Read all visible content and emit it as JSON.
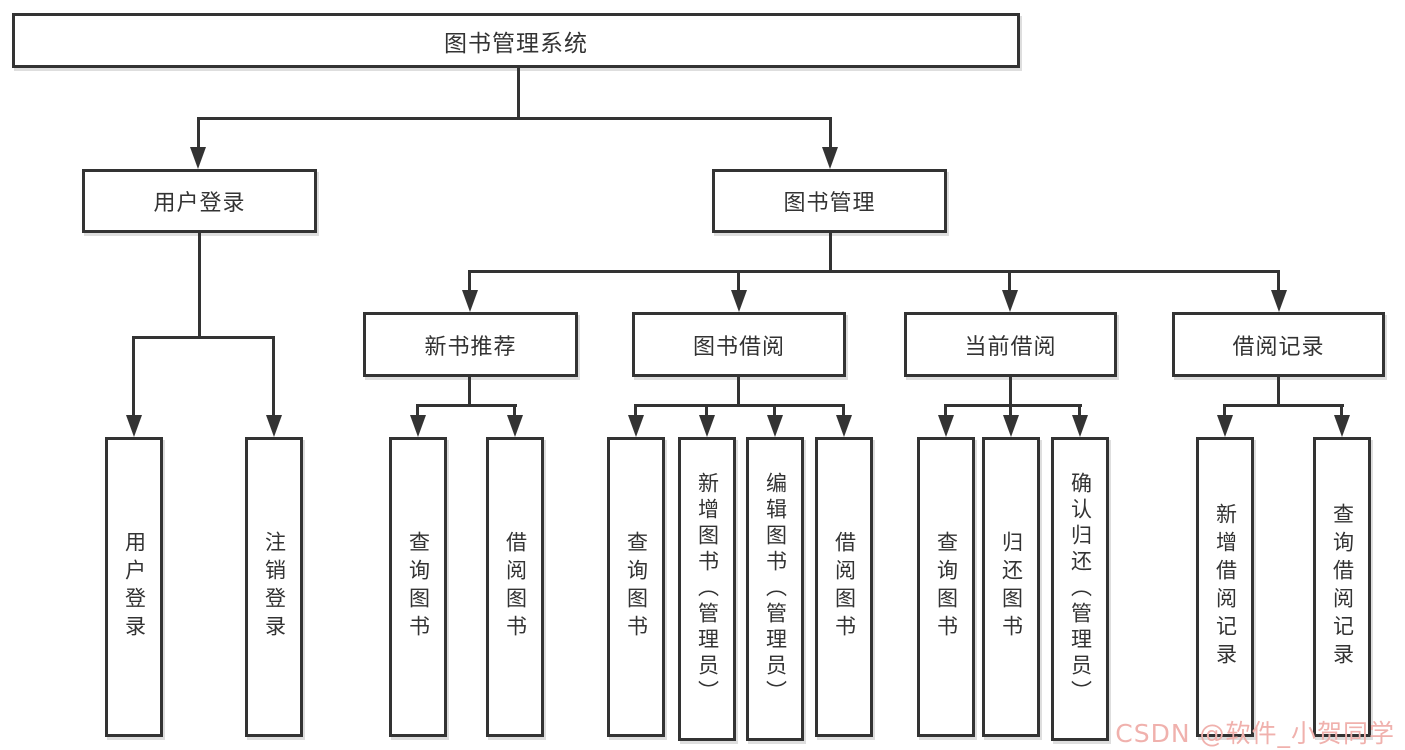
{
  "colors": {
    "background": "#ffffff",
    "line": "#333333",
    "text": "#333333",
    "watermark": "#f0b1ad"
  },
  "tree": {
    "root": "图书管理系统",
    "login": {
      "label": "用户登录",
      "children": [
        "用户登录",
        "注销登录"
      ]
    },
    "mgmt": {
      "label": "图书管理",
      "groups": [
        {
          "label": "新书推荐",
          "children": [
            "查询图书",
            "借阅图书"
          ]
        },
        {
          "label": "图书借阅",
          "children": [
            "查询图书",
            "新增图书（管理员）",
            "编辑图书（管理员）",
            "借阅图书"
          ]
        },
        {
          "label": "当前借阅",
          "children": [
            "查询图书",
            "归还图书",
            "确认归还（管理员）"
          ]
        },
        {
          "label": "借阅记录",
          "children": [
            "新增借阅记录",
            "查询借阅记录"
          ]
        }
      ]
    }
  },
  "watermark": {
    "text": "CSDN @软件_小贺同学"
  }
}
